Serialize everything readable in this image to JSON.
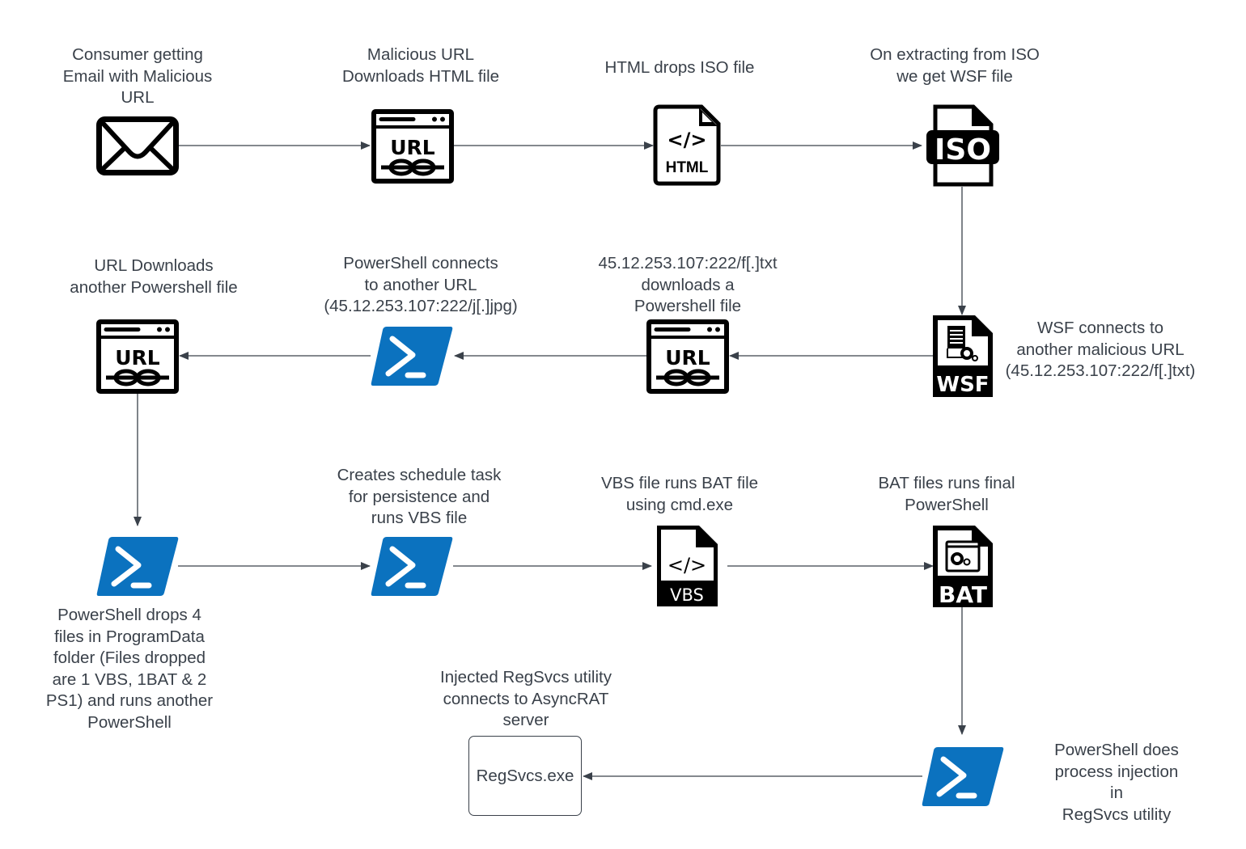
{
  "nodes": {
    "email": {
      "label": "Consumer getting\nEmail with Malicious\nURL",
      "icon": "envelope-icon"
    },
    "url1": {
      "label": "Malicious URL\nDownloads HTML file",
      "icon": "url-browser-icon",
      "icon_text": "URL"
    },
    "html": {
      "label": "HTML drops ISO file",
      "icon": "html-file-icon",
      "icon_text": "HTML",
      "code_glyph": "</>"
    },
    "iso": {
      "label": "On extracting from ISO\nwe get WSF file",
      "icon": "iso-file-icon",
      "icon_text": "ISO"
    },
    "wsf": {
      "label": "WSF connects to\nanother malicious URL\n(45.12.253.107:222/f[.]txt)",
      "icon": "wsf-file-icon",
      "icon_text": "WSF"
    },
    "url2": {
      "label": "45.12.253.107:222/f[.]txt\ndownloads a\nPowershell file",
      "icon": "url-browser-icon",
      "icon_text": "URL"
    },
    "ps1": {
      "label": "PowerShell connects\nto another URL\n(45.12.253.107:222/j[.]jpg)",
      "icon": "powershell-icon"
    },
    "url3": {
      "label": "URL Downloads\nanother Powershell file",
      "icon": "url-browser-icon",
      "icon_text": "URL"
    },
    "ps2": {
      "label": "PowerShell drops 4\nfiles in ProgramData\nfolder (Files dropped\nare 1 VBS, 1BAT & 2\nPS1) and runs another\nPowerShell",
      "icon": "powershell-icon"
    },
    "ps3": {
      "label": "Creates schedule task\nfor persistence and\nruns VBS file",
      "icon": "powershell-icon"
    },
    "vbs": {
      "label": "VBS file runs BAT file\nusing cmd.exe",
      "icon": "vbs-file-icon",
      "icon_text": "VBS",
      "code_glyph": "</>"
    },
    "bat": {
      "label": "BAT files runs final\nPowerShell",
      "icon": "bat-file-icon",
      "icon_text": "BAT"
    },
    "ps4": {
      "label": "PowerShell does\nprocess injection in\nRegSvcs utility",
      "icon": "powershell-icon"
    },
    "regsvcs": {
      "label": "Injected RegSvcs utility\nconnects to AsyncRAT\nserver",
      "box_text": "RegSvcs.exe"
    }
  },
  "edges": [
    {
      "from": "email",
      "to": "url1"
    },
    {
      "from": "url1",
      "to": "html"
    },
    {
      "from": "html",
      "to": "iso"
    },
    {
      "from": "iso",
      "to": "wsf"
    },
    {
      "from": "wsf",
      "to": "url2"
    },
    {
      "from": "url2",
      "to": "ps1"
    },
    {
      "from": "ps1",
      "to": "url3"
    },
    {
      "from": "url3",
      "to": "ps2"
    },
    {
      "from": "ps2",
      "to": "ps3"
    },
    {
      "from": "ps3",
      "to": "vbs"
    },
    {
      "from": "vbs",
      "to": "bat"
    },
    {
      "from": "bat",
      "to": "ps4"
    },
    {
      "from": "ps4",
      "to": "regsvcs"
    }
  ],
  "colors": {
    "text": "#3a414a",
    "line": "#3a414a",
    "icon_black": "#000000",
    "powershell_blue": "#0b72bf"
  }
}
